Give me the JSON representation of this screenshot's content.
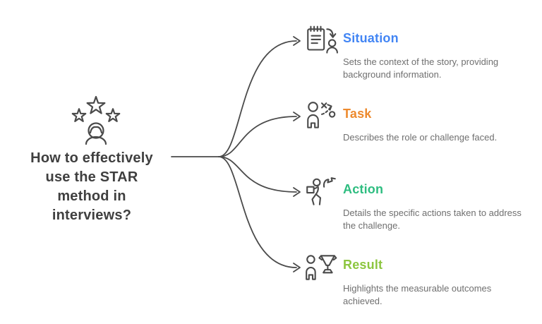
{
  "background": "#ffffff",
  "line_color": "#4a4a4a",
  "center": {
    "icon": "person-with-three-stars-icon",
    "title_color": "#3f3f3f",
    "title_lines": [
      "How to effectively",
      "use the STAR",
      "method in",
      "interviews?"
    ]
  },
  "description_color": "#6f6f6f",
  "branches": [
    {
      "label": "Situation",
      "color": "#4285F4",
      "icon": "clipboard-person-icon",
      "description": "Sets the context of the story, providing background information."
    },
    {
      "label": "Task",
      "color": "#ED8A2E",
      "icon": "strategy-person-icon",
      "description": "Describes the role or challenge faced."
    },
    {
      "label": "Action",
      "color": "#2EBD80",
      "icon": "runner-flag-icon",
      "description": "Details the specific actions taken to address the challenge."
    },
    {
      "label": "Result",
      "color": "#8CC63F",
      "icon": "person-trophy-icon",
      "description": "Highlights the measurable outcomes achieved."
    }
  ]
}
